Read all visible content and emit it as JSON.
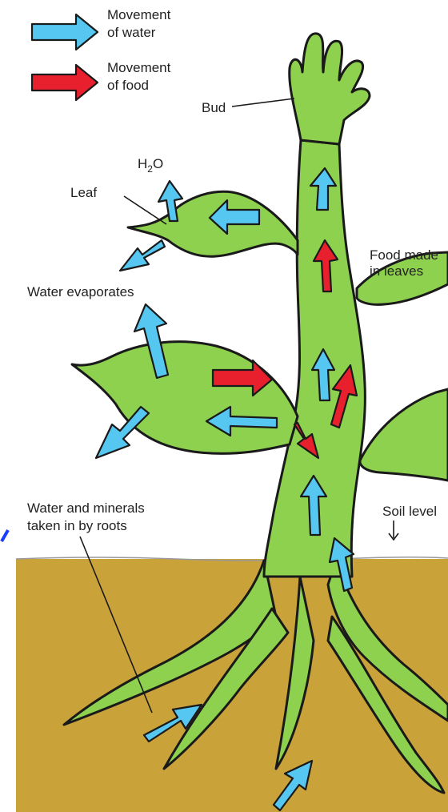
{
  "legend": {
    "water_line1": "Movement",
    "water_line2": "of water",
    "food_line1": "Movement",
    "food_line2": "of food"
  },
  "labels": {
    "bud": "Bud",
    "h2o_h": "H",
    "h2o_sub": "2",
    "h2o_o": "O",
    "leaf": "Leaf",
    "water_evaporates": "Water evaporates",
    "food_line1": "Food made",
    "food_line2": "in leaves",
    "roots_line1": "Water and minerals",
    "roots_line2": "taken in by roots",
    "soil_level": "Soil level"
  },
  "colors": {
    "water_arrow": "#56C7F1",
    "food_arrow": "#E8202D",
    "plant": "#8ED14E",
    "soil": "#C9A23A",
    "outline": "#1a1a1a"
  }
}
